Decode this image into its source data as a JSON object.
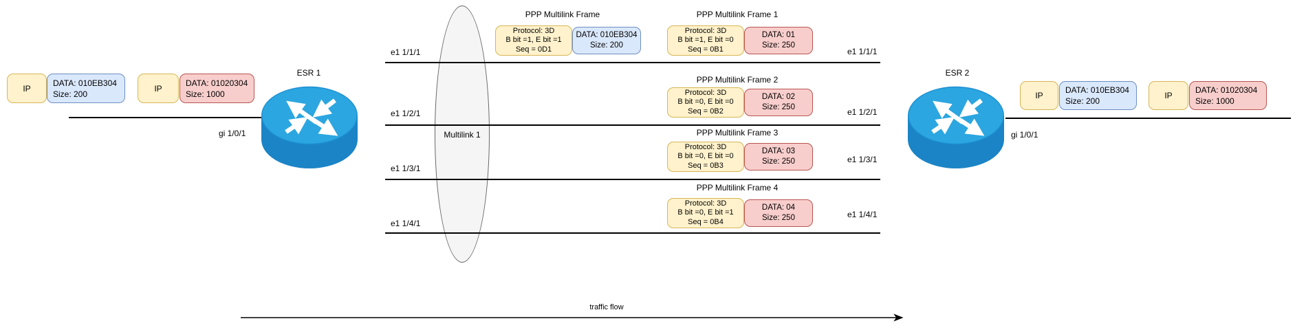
{
  "packets": {
    "left": [
      {
        "label": "IP",
        "data": "DATA: 010EB304",
        "size": "Size: 200"
      },
      {
        "label": "IP",
        "data": "DATA: 01020304",
        "size": "Size: 1000"
      }
    ],
    "right": [
      {
        "label": "IP",
        "data": "DATA: 010EB304",
        "size": "Size: 200"
      },
      {
        "label": "IP",
        "data": "DATA: 01020304",
        "size": "Size: 1000"
      }
    ]
  },
  "routers": {
    "left": {
      "name": "ESR 1",
      "interface": "gi 1/0/1"
    },
    "right": {
      "name": "ESR 2",
      "interface": "gi 1/0/1"
    }
  },
  "bundle": {
    "label": "Multilink 1"
  },
  "links": {
    "left": [
      "e1 1/1/1",
      "e1 1/2/1",
      "e1 1/3/1",
      "e1 1/4/1"
    ],
    "right": [
      "e1 1/1/1",
      "e1 1/2/1",
      "e1 1/3/1",
      "e1 1/4/1"
    ]
  },
  "frames": {
    "original": {
      "title": "PPP Multilink Frame",
      "protocol": "Protocol: 3D",
      "bits": "B bit =1, E bit =1",
      "seq": "Seq = 0D1",
      "data": "DATA: 010EB304",
      "size": "Size: 200"
    },
    "fragments": [
      {
        "title": "PPP Multilink Frame 1",
        "protocol": "Protocol: 3D",
        "bits": "B bit =1, E bit =0",
        "seq": "Seq = 0B1",
        "data": "DATA: 01",
        "size": "Size: 250"
      },
      {
        "title": "PPP Multilink Frame 2",
        "protocol": "Protocol: 3D",
        "bits": "B bit =0, E bit =0",
        "seq": "Seq = 0B2",
        "data": "DATA: 02",
        "size": "Size: 250"
      },
      {
        "title": "PPP Multilink Frame 3",
        "protocol": "Protocol: 3D",
        "bits": "B bit =0, E bit =0",
        "seq": "Seq = 0B3",
        "data": "DATA: 03",
        "size": "Size: 250"
      },
      {
        "title": "PPP Multilink Frame 4",
        "protocol": "Protocol: 3D",
        "bits": "B bit =0, E bit =1",
        "seq": "Seq = 0B4",
        "data": "DATA: 04",
        "size": "Size: 250"
      }
    ]
  },
  "footer": {
    "traffic_flow": "traffic flow"
  },
  "colors": {
    "yellow_fill": "#FFF2CC",
    "yellow_stroke": "#D6B656",
    "blue_fill": "#DAE8FC",
    "blue_stroke": "#6C8EBF",
    "red_fill": "#F8CECC",
    "red_stroke": "#B85450",
    "ellipse_fill": "#F5F5F5",
    "ellipse_stroke": "#666666",
    "router_top": "#2BA6E0",
    "router_body": "#1B84C6",
    "line": "#000000"
  }
}
